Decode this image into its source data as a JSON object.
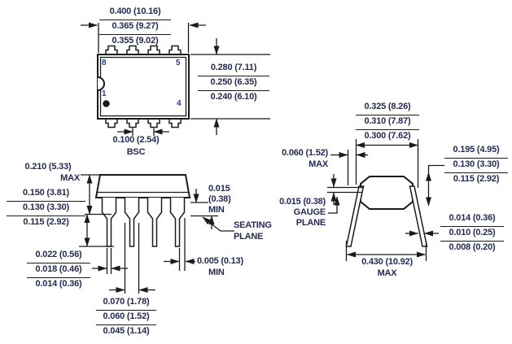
{
  "colors": {
    "dimension_text": "#232a55",
    "pin_number_text": "#243c92",
    "line": "#1a1a1a",
    "background": "#ffffff"
  },
  "top_view": {
    "pins": {
      "top_left": "8",
      "top_right": "5",
      "bottom_left": "1",
      "bottom_right": "4"
    },
    "overall_width": [
      "0.400 (10.16)",
      "0.365 (9.27)",
      "0.355 (9.02)"
    ],
    "body_depth": [
      "0.280 (7.11)",
      "0.250 (6.35)",
      "0.240 (6.10)"
    ],
    "lead_pitch": {
      "value": "0.100 (2.54)",
      "note": "BSC"
    }
  },
  "front_view": {
    "height_max": {
      "value": "0.210 (5.33)",
      "note": "MAX"
    },
    "lead_length": [
      "0.150 (3.81)",
      "0.130 (3.30)",
      "0.115 (2.92)"
    ],
    "standoff": [
      "0.015",
      "(0.38)",
      "MIN"
    ],
    "seating_plane": [
      "SEATING",
      "PLANE"
    ],
    "tip_clearance": {
      "value": "0.005 (0.13)",
      "note": "MIN"
    },
    "lead_width": [
      "0.022 (0.56)",
      "0.018 (0.46)",
      "0.014 (0.36)"
    ],
    "shoulder_width": [
      "0.070 (1.78)",
      "0.060 (1.52)",
      "0.045 (1.14)"
    ]
  },
  "end_view": {
    "lead_span": [
      "0.325 (8.26)",
      "0.310 (7.87)",
      "0.300 (7.62)"
    ],
    "overhang": {
      "value": "0.060 (1.52)",
      "note": "MAX"
    },
    "gauge_plane": {
      "value": "0.015 (0.38)",
      "lines": [
        "GAUGE",
        "PLANE"
      ]
    },
    "lead_height": [
      "0.195 (4.95)",
      "0.130 (3.30)",
      "0.115 (2.92)"
    ],
    "lead_thickness": [
      "0.014 (0.36)",
      "0.010 (0.25)",
      "0.008 (0.20)"
    ],
    "max_span": {
      "value": "0.430 (10.92)",
      "note": "MAX"
    }
  }
}
